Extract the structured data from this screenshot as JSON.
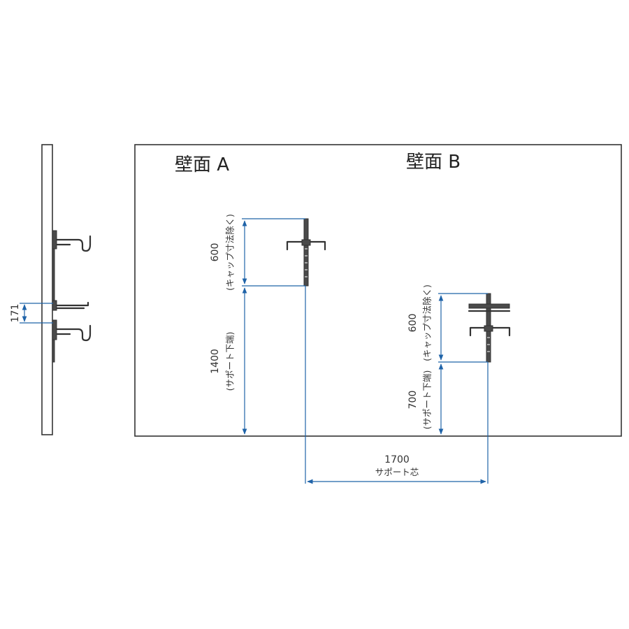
{
  "walls": {
    "a_label": "壁面 A",
    "b_label": "壁面 B"
  },
  "dimensions": {
    "side_spacing": "171",
    "a_height_value": "600",
    "a_height_note": "(キャップ寸法除く)",
    "a_base_value": "1400",
    "a_base_note": "(サポート下端)",
    "b_height_value": "600",
    "b_height_note": "(キャップ寸法除く)",
    "b_base_value": "700",
    "b_base_note": "(サポート下端)",
    "horizontal_value": "1700",
    "horizontal_note": "サポート芯"
  },
  "colors": {
    "dimension": "#1f63a8",
    "outline": "#333333"
  }
}
